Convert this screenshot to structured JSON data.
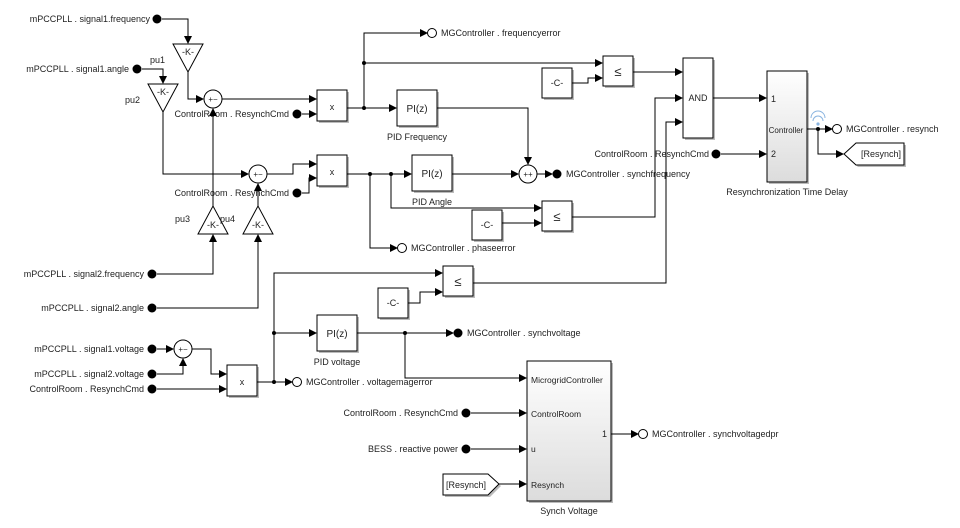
{
  "diagram": {
    "inports": [
      {
        "id": "in-s1-freq",
        "label": "mPCCPLL . signal1.frequency"
      },
      {
        "id": "in-s1-angle",
        "label": "mPCCPLL . signal1.angle"
      },
      {
        "id": "in-resynch-1",
        "label": "ControlRoom . ResynchCmd"
      },
      {
        "id": "in-resynch-2",
        "label": "ControlRoom . ResynchCmd"
      },
      {
        "id": "in-s2-freq",
        "label": "mPCCPLL . signal2.frequency"
      },
      {
        "id": "in-s2-angle",
        "label": "mPCCPLL . signal2.angle"
      },
      {
        "id": "in-s1-volt",
        "label": "mPCCPLL . signal1.voltage"
      },
      {
        "id": "in-s2-volt",
        "label": "mPCCPLL . signal2.voltage"
      },
      {
        "id": "in-resynch-3",
        "label": "ControlRoom . ResynchCmd"
      },
      {
        "id": "in-resynch-4",
        "label": "ControlRoom . ResynchCmd"
      },
      {
        "id": "in-resynch-5",
        "label": "ControlRoom . ResynchCmd"
      },
      {
        "id": "in-bess",
        "label": "BESS . reactive power"
      }
    ],
    "outports": [
      {
        "id": "out-freqerr",
        "label": "MGController . frequencyerror"
      },
      {
        "id": "out-synchfreq",
        "label": "MGController . synchfrequency"
      },
      {
        "id": "out-phaseerr",
        "label": "MGController . phaseerror"
      },
      {
        "id": "out-synchvolt",
        "label": "MGController . synchvoltage"
      },
      {
        "id": "out-voltmagerr",
        "label": "MGController . voltagemagerror"
      },
      {
        "id": "out-resynch",
        "label": "MGController . resynch"
      },
      {
        "id": "out-synchvoltdpr",
        "label": "MGController . synchvoltagedpr"
      }
    ],
    "gains": {
      "symbol": "-K-",
      "labels": [
        "pu1",
        "pu2",
        "pu3",
        "pu4"
      ]
    },
    "sum_signs": {
      "minus": "+−",
      "plus": "++"
    },
    "product_symbol": "x",
    "constant_symbol": "-C-",
    "relational_symbol": "≤",
    "logic_symbol": "AND",
    "pid": [
      {
        "symbol": "PI(z)",
        "label": "PID Frequency"
      },
      {
        "symbol": "PI(z)",
        "label": "PID Angle"
      },
      {
        "symbol": "PI(z)",
        "label": "PID voltage"
      }
    ],
    "time_delay": {
      "label": "Resynchronization Time Delay",
      "center": "Controller",
      "in_ports": [
        "1",
        "2"
      ]
    },
    "goto_tag": "[Resynch]",
    "from_tag": "[Resynch]",
    "synch_voltage": {
      "label": "Synch Voltage",
      "in_ports": [
        "MicrogridController",
        "ControlRoom",
        "u",
        "Resynch"
      ],
      "out_port": "1"
    }
  }
}
